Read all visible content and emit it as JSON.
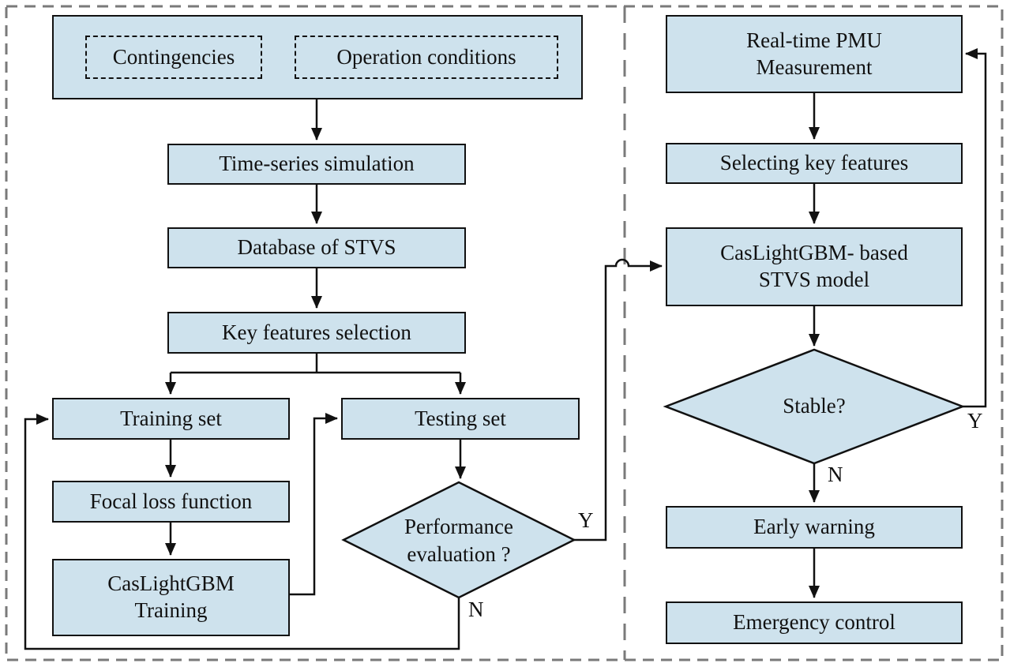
{
  "colors": {
    "node_fill": "#cee2ed",
    "node_border": "#111111",
    "connector": "#111111",
    "frame_dash_gray": "#7a7a7a",
    "background": "#ffffff"
  },
  "offline_panel": {
    "input_box": {
      "contingencies": "Contingencies",
      "operation_conditions": "Operation conditions"
    },
    "time_series": "Time-series simulation",
    "database": "Database of STVS",
    "key_features": "Key features selection",
    "training_set": "Training set",
    "testing_set": "Testing set",
    "focal_loss": "Focal loss function",
    "caslightgbm_training": "CasLightGBM\nTraining",
    "performance_eval": "Performance\nevaluation ?",
    "yes_label": "Y",
    "no_label": "N"
  },
  "online_panel": {
    "pmu_measurement": "Real-time PMU\nMeasurement",
    "selecting_features": "Selecting key features",
    "stvs_model": "CasLightGBM- based\nSTVS model",
    "stable": "Stable?",
    "early_warning": "Early warning",
    "emergency_control": "Emergency control",
    "yes_label": "Y",
    "no_label": "N"
  }
}
